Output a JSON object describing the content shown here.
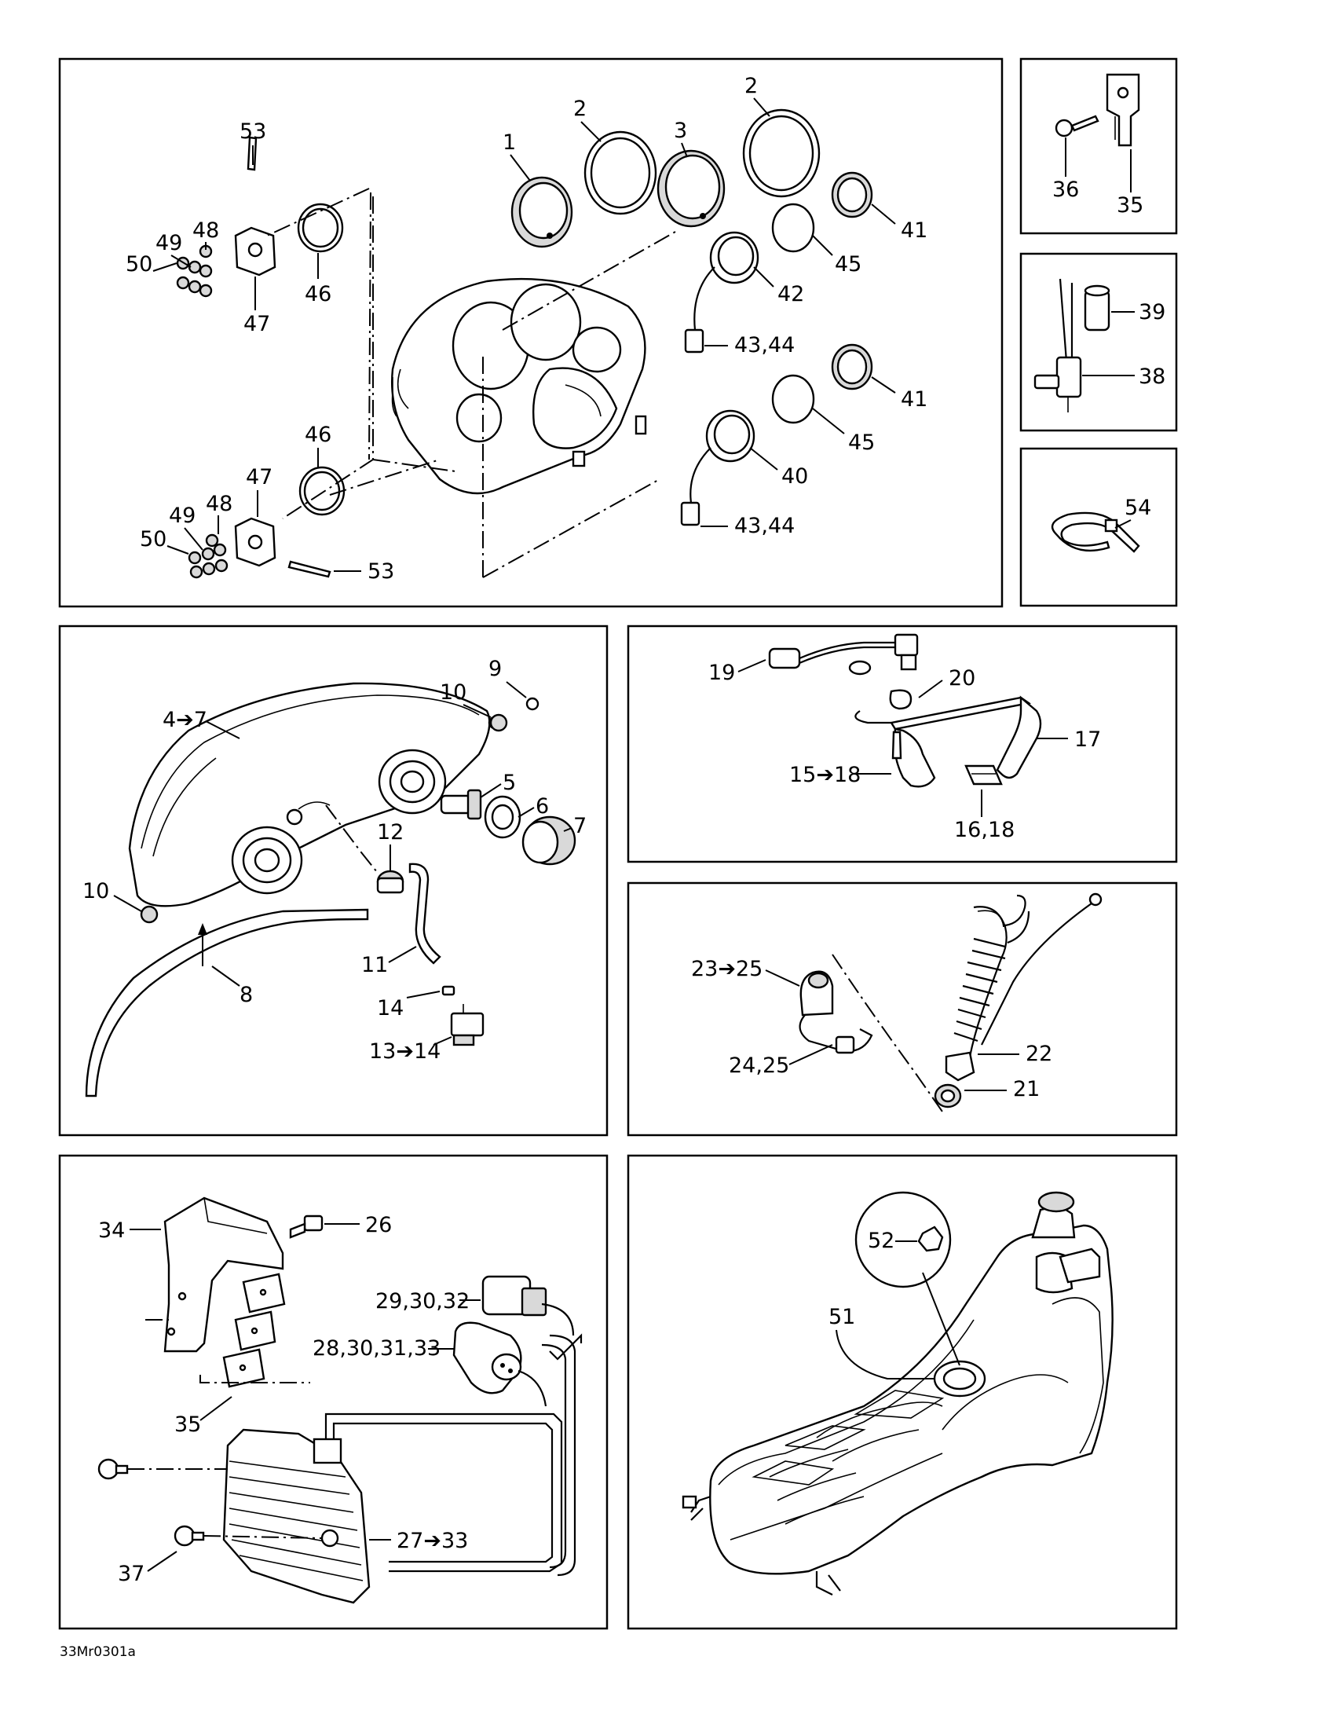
{
  "figure_code": "33Mr0301a",
  "callouts": {
    "c1": "1",
    "c2a": "2",
    "c2b": "2",
    "c3": "3",
    "c53a": "53",
    "c48a": "48",
    "c49a": "49",
    "c50a": "50",
    "c46a": "46",
    "c47a": "47",
    "c41a": "41",
    "c45a": "45",
    "c42": "42",
    "c4344a": "43,44",
    "c41b": "41",
    "c45b": "45",
    "c40": "40",
    "c4344b": "43,44",
    "c46b": "46",
    "c47b": "47",
    "c48b": "48",
    "c49b": "49",
    "c50b": "50",
    "c53b": "53",
    "c36": "36",
    "c35a": "35",
    "c39": "39",
    "c38": "38",
    "c54": "54",
    "c9": "9",
    "c10a": "10",
    "c4to7": "4➔7",
    "c5": "5",
    "c6": "6",
    "c7": "7",
    "c12": "12",
    "c10b": "10",
    "c11": "11",
    "c8": "8",
    "c14": "14",
    "c13to14": "13➔14",
    "c19": "19",
    "c20": "20",
    "c17": "17",
    "c15to18": "15➔18",
    "c1618": "16,18",
    "c23to25": "23➔25",
    "c2425": "24,25",
    "c22": "22",
    "c21": "21",
    "c34": "34",
    "c26": "26",
    "c293032": "29,30,32",
    "c28303133": "28,30,31,33",
    "c35b": "35",
    "c27to33": "27➔33",
    "c37": "37",
    "c52": "52",
    "c51": "51"
  }
}
